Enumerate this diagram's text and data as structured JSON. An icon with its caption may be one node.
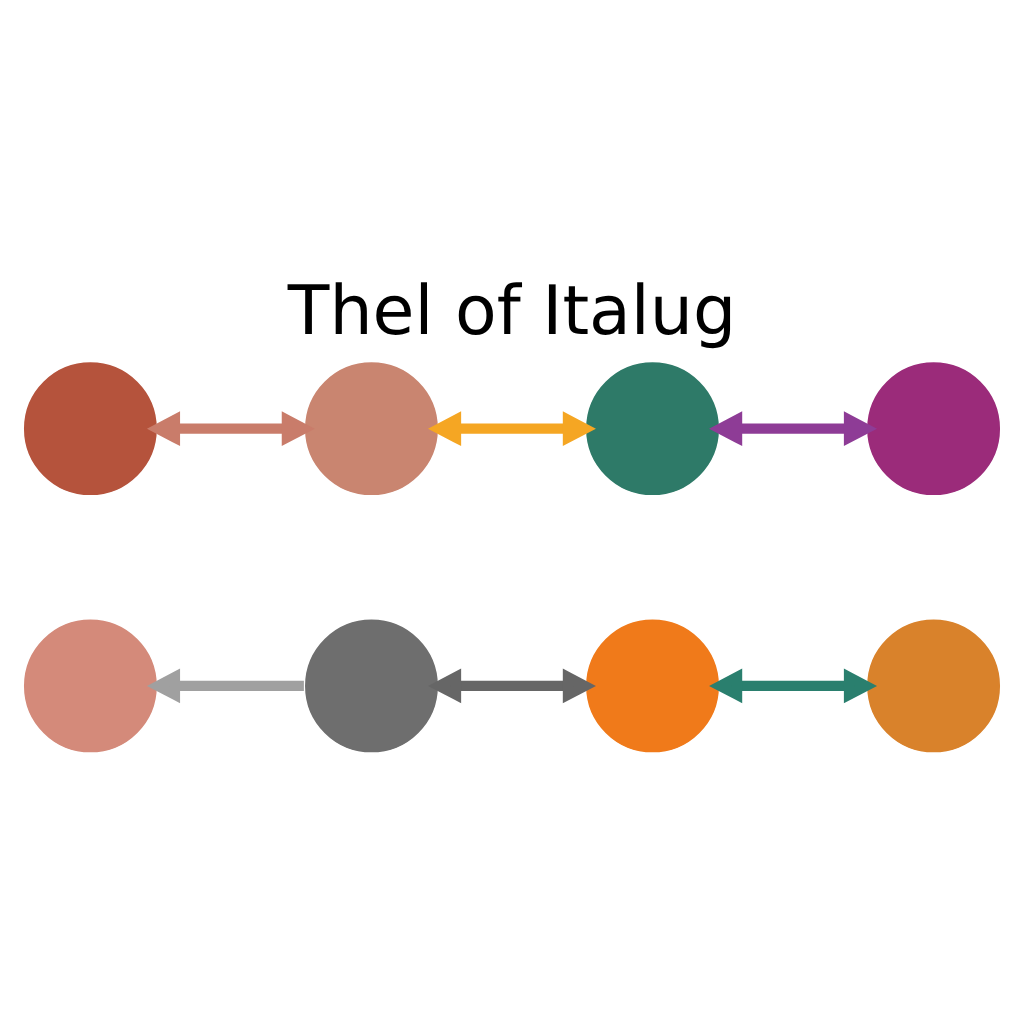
{
  "diagram": {
    "title": "Thel of Italug",
    "nodes": [
      {
        "text": [],
        "shape": "circle"
      },
      {
        "text": [],
        "shape": "circle"
      },
      {
        "text": [],
        "shape": "circle"
      },
      {
        "text": [],
        "shape": "circle"
      },
      {
        "text": [],
        "shape": "circle"
      },
      {
        "text": [],
        "shape": "circle"
      },
      {
        "text": [],
        "shape": "circle"
      },
      {
        "text": [],
        "shape": "circle"
      }
    ],
    "edges": [
      {
        "from": 0,
        "to": 1,
        "arrow": "both",
        "color": "#c97c6a"
      },
      {
        "from": 1,
        "to": 2,
        "arrow": "both",
        "color": "#f5a623"
      },
      {
        "from": 2,
        "to": 3,
        "arrow": "both",
        "color": "#8e3c96"
      },
      {
        "from": 5,
        "to": 4,
        "arrow": "to",
        "color": "#a0a0a0"
      },
      {
        "from": 5,
        "to": 6,
        "arrow": "both",
        "color": "#666666"
      },
      {
        "from": 6,
        "to": 7,
        "arrow": "both",
        "color": "#2a7f6e"
      }
    ]
  }
}
